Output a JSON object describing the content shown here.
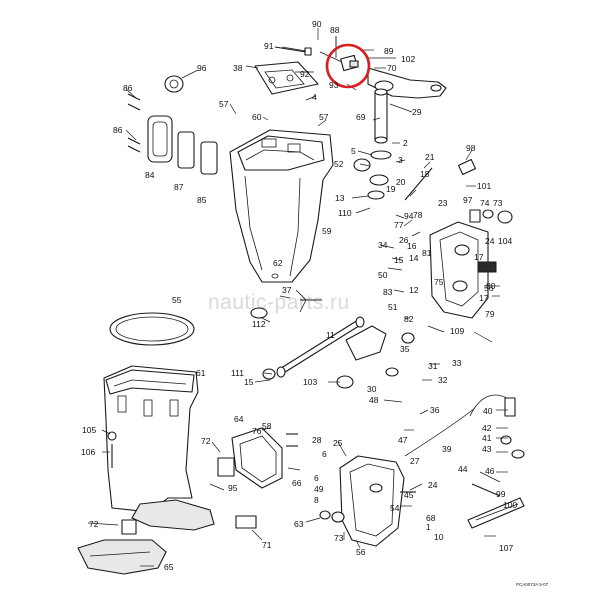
{
  "watermark": "nautic-parts.ru",
  "figure_code": "PCA0073A 5-07",
  "highlight_color": "#d81e1e",
  "callouts": [
    {
      "id": "c90",
      "label": "90"
    },
    {
      "id": "c88",
      "label": "88"
    },
    {
      "id": "c91",
      "label": "91"
    },
    {
      "id": "c89",
      "label": "89"
    },
    {
      "id": "c102",
      "label": "102"
    },
    {
      "id": "c70",
      "label": "70"
    },
    {
      "id": "c93",
      "label": "93"
    },
    {
      "id": "c38",
      "label": "38"
    },
    {
      "id": "c92",
      "label": "92"
    },
    {
      "id": "c96",
      "label": "96"
    },
    {
      "id": "c4",
      "label": "4"
    },
    {
      "id": "c86a",
      "label": "86"
    },
    {
      "id": "c86b",
      "label": "86"
    },
    {
      "id": "c57a",
      "label": "57"
    },
    {
      "id": "c57b",
      "label": "57"
    },
    {
      "id": "c60",
      "label": "60"
    },
    {
      "id": "c69",
      "label": "69"
    },
    {
      "id": "c29",
      "label": "29"
    },
    {
      "id": "c2",
      "label": "2"
    },
    {
      "id": "c84",
      "label": "84"
    },
    {
      "id": "c87",
      "label": "87"
    },
    {
      "id": "c85",
      "label": "85"
    },
    {
      "id": "c5",
      "label": "5"
    },
    {
      "id": "c52",
      "label": "52"
    },
    {
      "id": "c3",
      "label": "3"
    },
    {
      "id": "c21",
      "label": "21"
    },
    {
      "id": "c98",
      "label": "98"
    },
    {
      "id": "c18",
      "label": "18"
    },
    {
      "id": "c19",
      "label": "19"
    },
    {
      "id": "c20",
      "label": "20"
    },
    {
      "id": "c101",
      "label": "101"
    },
    {
      "id": "c13",
      "label": "13"
    },
    {
      "id": "c110",
      "label": "110"
    },
    {
      "id": "c23",
      "label": "23"
    },
    {
      "id": "c97",
      "label": "97"
    },
    {
      "id": "c74",
      "label": "74"
    },
    {
      "id": "c73",
      "label": "73"
    },
    {
      "id": "c77",
      "label": "77"
    },
    {
      "id": "c94",
      "label": "94"
    },
    {
      "id": "c78",
      "label": "78"
    },
    {
      "id": "c26",
      "label": "26"
    },
    {
      "id": "c59",
      "label": "59"
    },
    {
      "id": "c24a",
      "label": "24"
    },
    {
      "id": "c104",
      "label": "104"
    },
    {
      "id": "c34",
      "label": "34"
    },
    {
      "id": "c16",
      "label": "16"
    },
    {
      "id": "c81",
      "label": "81"
    },
    {
      "id": "c15a",
      "label": "15"
    },
    {
      "id": "c50",
      "label": "50"
    },
    {
      "id": "c14",
      "label": "14"
    },
    {
      "id": "c62",
      "label": "62"
    },
    {
      "id": "c17",
      "label": "17"
    },
    {
      "id": "c55",
      "label": "55"
    },
    {
      "id": "c37",
      "label": "37"
    },
    {
      "id": "c83",
      "label": "83"
    },
    {
      "id": "c12",
      "label": "12"
    },
    {
      "id": "c80",
      "label": "80"
    },
    {
      "id": "c75",
      "label": "75"
    },
    {
      "id": "c56a",
      "label": "56"
    },
    {
      "id": "c17b",
      "label": "17"
    },
    {
      "id": "c51",
      "label": "51"
    },
    {
      "id": "c82",
      "label": "82"
    },
    {
      "id": "c112",
      "label": "112"
    },
    {
      "id": "c109",
      "label": "109"
    },
    {
      "id": "c79",
      "label": "79"
    },
    {
      "id": "c11",
      "label": "11"
    },
    {
      "id": "c35",
      "label": "35"
    },
    {
      "id": "c33",
      "label": "33"
    },
    {
      "id": "c111",
      "label": "111"
    },
    {
      "id": "c61",
      "label": "61"
    },
    {
      "id": "c31",
      "label": "31"
    },
    {
      "id": "c15b",
      "label": "15"
    },
    {
      "id": "c103",
      "label": "103"
    },
    {
      "id": "c30",
      "label": "30"
    },
    {
      "id": "c32",
      "label": "32"
    },
    {
      "id": "c48",
      "label": "48"
    },
    {
      "id": "c36",
      "label": "36"
    },
    {
      "id": "c40",
      "label": "40"
    },
    {
      "id": "c64",
      "label": "64"
    },
    {
      "id": "c58",
      "label": "58"
    },
    {
      "id": "c105",
      "label": "105"
    },
    {
      "id": "c76",
      "label": "76"
    },
    {
      "id": "c47",
      "label": "47"
    },
    {
      "id": "c42",
      "label": "42"
    },
    {
      "id": "c41",
      "label": "41"
    },
    {
      "id": "c72a",
      "label": "72"
    },
    {
      "id": "c28",
      "label": "28"
    },
    {
      "id": "c25",
      "label": "25"
    },
    {
      "id": "c39",
      "label": "39"
    },
    {
      "id": "c43",
      "label": "43"
    },
    {
      "id": "c106",
      "label": "106"
    },
    {
      "id": "c66",
      "label": "66"
    },
    {
      "id": "c6a",
      "label": "6"
    },
    {
      "id": "c27",
      "label": "27"
    },
    {
      "id": "c46",
      "label": "46"
    },
    {
      "id": "c95",
      "label": "95"
    },
    {
      "id": "c44",
      "label": "44"
    },
    {
      "id": "c6b",
      "label": "6"
    },
    {
      "id": "c49",
      "label": "49"
    },
    {
      "id": "c8",
      "label": "8"
    },
    {
      "id": "c24b",
      "label": "24"
    },
    {
      "id": "c45",
      "label": "45"
    },
    {
      "id": "c99",
      "label": "99"
    },
    {
      "id": "c100",
      "label": "100"
    },
    {
      "id": "c54",
      "label": "54"
    },
    {
      "id": "c68",
      "label": "68"
    },
    {
      "id": "c72b",
      "label": "72"
    },
    {
      "id": "c63",
      "label": "63"
    },
    {
      "id": "c71",
      "label": "71"
    },
    {
      "id": "c73b",
      "label": "73"
    },
    {
      "id": "c1",
      "label": "1"
    },
    {
      "id": "c10",
      "label": "10"
    },
    {
      "id": "c107",
      "label": "107"
    },
    {
      "id": "c56b",
      "label": "56"
    },
    {
      "id": "c65",
      "label": "65"
    }
  ]
}
